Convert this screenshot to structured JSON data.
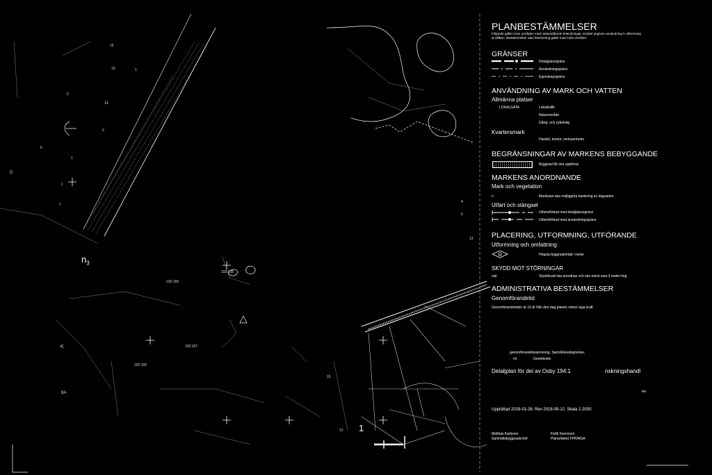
{
  "legend": {
    "title": "PLANBESTÄMMELSER",
    "intro": "Följande gäller inom områden med nedanstående beteckningar. Endast angiven användning h utformning är tillåten. Bestämmelser utan beteckning gäller inom hela området.",
    "granser_heading": "GRÄNSER",
    "granser": [
      "Detaljplanegräns",
      "Användningsgräns",
      "Egenskapsgräns"
    ],
    "anvandning_heading": "ANVÄNDNING AV MARK OCH VATTEN",
    "allmanna_heading": "Allmänna platser",
    "lokalgata_code": "LOKALGATA",
    "allmanna_items": [
      "Lokaltrafik",
      "Naturområde",
      "Gång- och cykelväg"
    ],
    "kvarters_heading": "Kvartersmark",
    "kvarters_item": "Handel, kontor, verksamheter",
    "begr_heading": "BEGRÄNSNINGAR AV MARKENS BEBYGGANDE",
    "begr_item": "Byggnad får inte uppföras",
    "markens_heading": "MARKENS ANORDNANDE",
    "mark_veg_heading": "Mark och vegetation",
    "mark_code": "n",
    "mark_item": "Marklytan ska möjliggöra hantering av dagvatten",
    "utfart_heading": "Utfart och stängsel",
    "utfart_items": [
      "Utfartsförbud med detaljplanegräns",
      "Utfartsförbud med användningsgräns"
    ],
    "placering_heading": "PLACERING, UTFORMNING, UTFÖRANDE",
    "utformning_heading": "Utformning och omfattning",
    "hojd_code": "8",
    "hojd_item": "Högsta byggnadshöjd i meter",
    "skydd_heading": "SKYDD MOT STÖRNINGAR",
    "skydd_code": "vall",
    "skydd_item": "Skyddsvall ska anordnas och ska minst vara 3 meter hög",
    "admin_heading": "ADMINISTRATIVA BESTÄMMELSER",
    "genom_heading": "Genomförandetid",
    "genom_item": "Genomförandetiden är 15 år från den dag planen vinner laga kraft"
  },
  "docs": {
    "line1": "genomförandebeskrivning, Samrådsredogörelse,",
    "line2_code": "rin",
    "line2_text": "Geoteknisk"
  },
  "plan": {
    "title": "Detaljplan för del av Osby 194:1",
    "status": "nskningshandl",
    "small_label": "BN",
    "upprattad": "Upprättad 2018-01-26. Rev 2018-09-12. Skala 1:2000."
  },
  "signatures": [
    {
      "name": "Mathias Karlsson",
      "role": "Samhällsbyggnadschef"
    },
    {
      "name": "Kettil Svensson",
      "role": "Planarkitekt FPR/MSA"
    }
  ],
  "map": {
    "property_labels": [
      "192:169",
      "192:108",
      "192:167",
      "192:106"
    ],
    "zone_code": "n",
    "zone_sub": "3",
    "numbers": [
      "12",
      "13",
      "14",
      "1",
      "2",
      "3",
      "4",
      "5",
      "6",
      "7",
      "13",
      "15",
      "12",
      "1",
      "1"
    ],
    "letters": [
      "K",
      "8A",
      "D"
    ],
    "scale_numeral": "1"
  }
}
